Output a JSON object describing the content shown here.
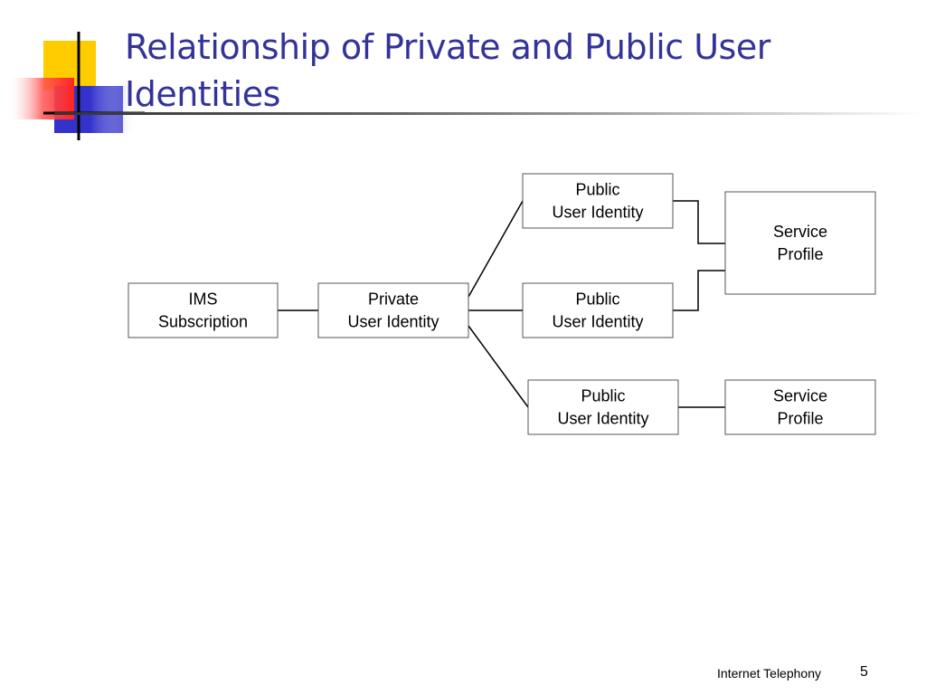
{
  "slide": {
    "title": "Relationship of Private and Public User Identities",
    "footer": "Internet Telephony",
    "page_number": "5"
  },
  "colors": {
    "title": "#333399",
    "deco_yellow": "#ffcc00",
    "deco_red": "#ff3333",
    "deco_blue": "#3333cc"
  },
  "diagram": {
    "nodes": [
      {
        "id": "ims-subscription",
        "lines": [
          "IMS",
          "Subscription"
        ]
      },
      {
        "id": "private-user-identity",
        "lines": [
          "Private",
          "User Identity"
        ]
      },
      {
        "id": "public-user-identity-1",
        "lines": [
          "Public",
          "User Identity"
        ]
      },
      {
        "id": "public-user-identity-2",
        "lines": [
          "Public",
          "User Identity"
        ]
      },
      {
        "id": "public-user-identity-3",
        "lines": [
          "Public",
          "User Identity"
        ]
      },
      {
        "id": "service-profile-1",
        "lines": [
          "Service",
          "Profile"
        ]
      },
      {
        "id": "service-profile-2",
        "lines": [
          "Service",
          "Profile"
        ]
      }
    ],
    "edges": [
      {
        "from": "ims-subscription",
        "to": "private-user-identity"
      },
      {
        "from": "private-user-identity",
        "to": "public-user-identity-1"
      },
      {
        "from": "private-user-identity",
        "to": "public-user-identity-2"
      },
      {
        "from": "private-user-identity",
        "to": "public-user-identity-3"
      },
      {
        "from": "public-user-identity-1",
        "to": "service-profile-1"
      },
      {
        "from": "public-user-identity-2",
        "to": "service-profile-1"
      },
      {
        "from": "public-user-identity-3",
        "to": "service-profile-2"
      }
    ]
  }
}
